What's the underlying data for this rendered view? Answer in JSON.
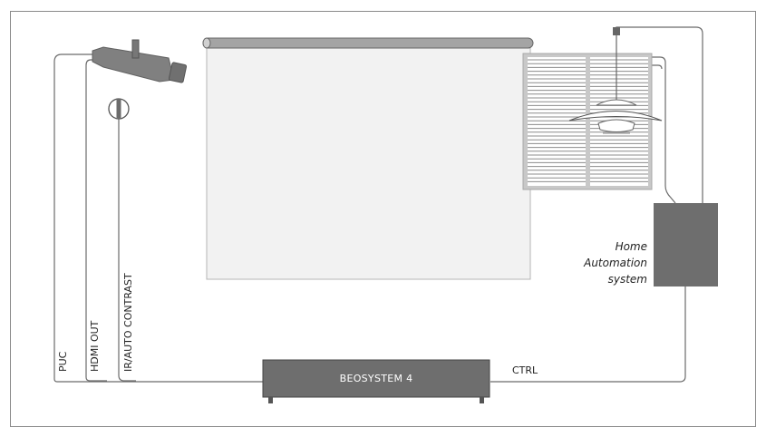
{
  "labels": {
    "puc": "PUC",
    "hdmi_out": "HDMI OUT",
    "ir_auto_contrast": "IR/AUTO CONTRAST",
    "beosystem": "BEOSYSTEM 4",
    "ctrl": "CTRL",
    "home_automation_line1": "Home",
    "home_automation_line2": "Automation",
    "home_automation_line3": "system"
  }
}
